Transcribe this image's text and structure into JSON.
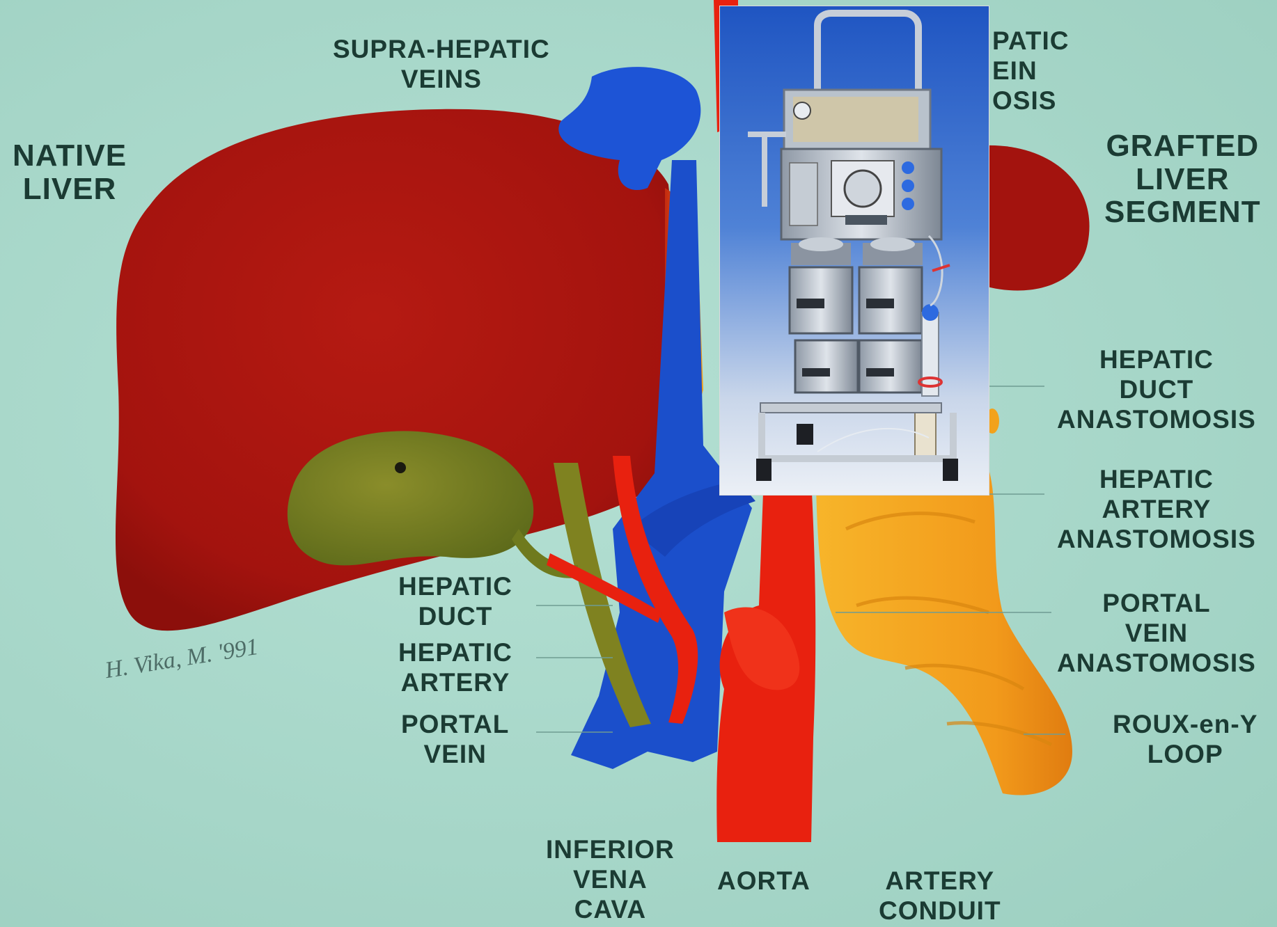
{
  "labels": {
    "supra_hepatic_veins": "SUPRA-HEPATIC\nVEINS",
    "native_liver": "NATIVE\nLIVER",
    "hepatic_vein_anastomosis_partial": "PATIC\nEIN\nOSIS",
    "grafted_liver_segment": "GRAFTED\nLIVER\nSEGMENT",
    "hepatic_duct_anastomosis": "HEPATIC\nDUCT\nANASTOMOSIS",
    "hepatic_artery_anastomosis": "HEPATIC\nARTERY\nANASTOMOSIS",
    "portal_vein_anastomosis": "PORTAL\nVEIN\nANASTOMOSIS",
    "roux_en_y_loop": "ROUX-en-Y\nLOOP",
    "hepatic_duct": "HEPATIC\nDUCT",
    "hepatic_artery": "HEPATIC\nARTERY",
    "portal_vein": "PORTAL\nVEIN",
    "inferior_vena_cava": "INFERIOR\nVENA\nCAVA",
    "aorta": "AORTA",
    "artery_conduit": "ARTERY\nCONDUIT"
  },
  "signature": "H. Vika, M. '991",
  "colors": {
    "background": "#a9d8cb",
    "liver": "#a8140f",
    "gallbladder": "#6f7a1e",
    "vein_blue": "#1d54d6",
    "artery_red": "#e8210f",
    "bowel_orange": "#f2a21c",
    "label_text": "#1b3b33"
  },
  "inset_photo": {
    "subject": "perfusion-machine",
    "background": "#2f63c2"
  }
}
